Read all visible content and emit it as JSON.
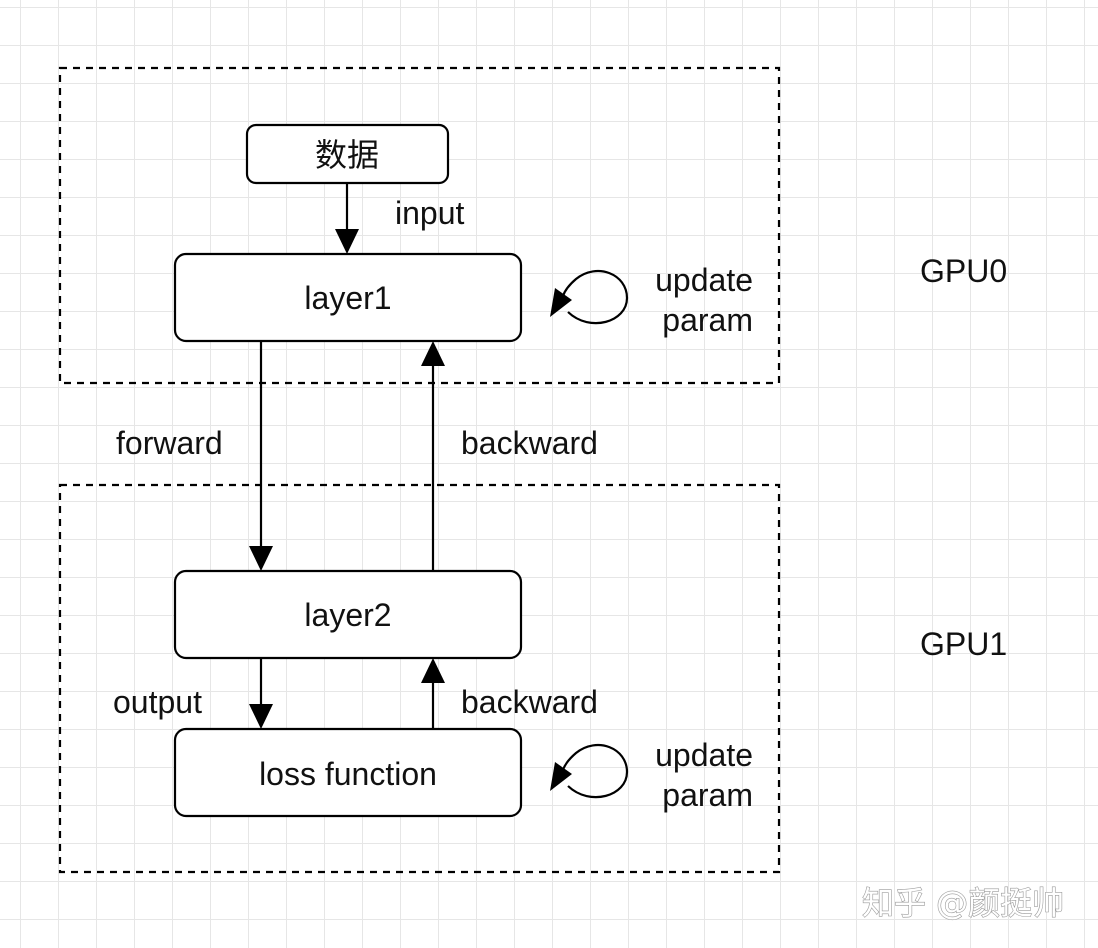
{
  "groups": {
    "gpu0": {
      "label": "GPU0"
    },
    "gpu1": {
      "label": "GPU1"
    }
  },
  "nodes": {
    "data": {
      "label": "数据"
    },
    "layer1": {
      "label": "layer1"
    },
    "layer2": {
      "label": "layer2"
    },
    "loss": {
      "label": "loss function"
    }
  },
  "edges": {
    "input": {
      "label": "input"
    },
    "forward": {
      "label": "forward"
    },
    "backward_main": {
      "label": "backward"
    },
    "output": {
      "label": "output"
    },
    "backward_loss": {
      "label": "backward"
    }
  },
  "updates": {
    "gpu0": {
      "line1": "update",
      "line2": "param"
    },
    "gpu1": {
      "line1": "update",
      "line2": "param"
    }
  },
  "watermark": {
    "text": "知乎 @颜挺帅"
  },
  "colors": {
    "stroke": "#000000",
    "grid": "#e6e6e6",
    "background": "#ffffff"
  }
}
